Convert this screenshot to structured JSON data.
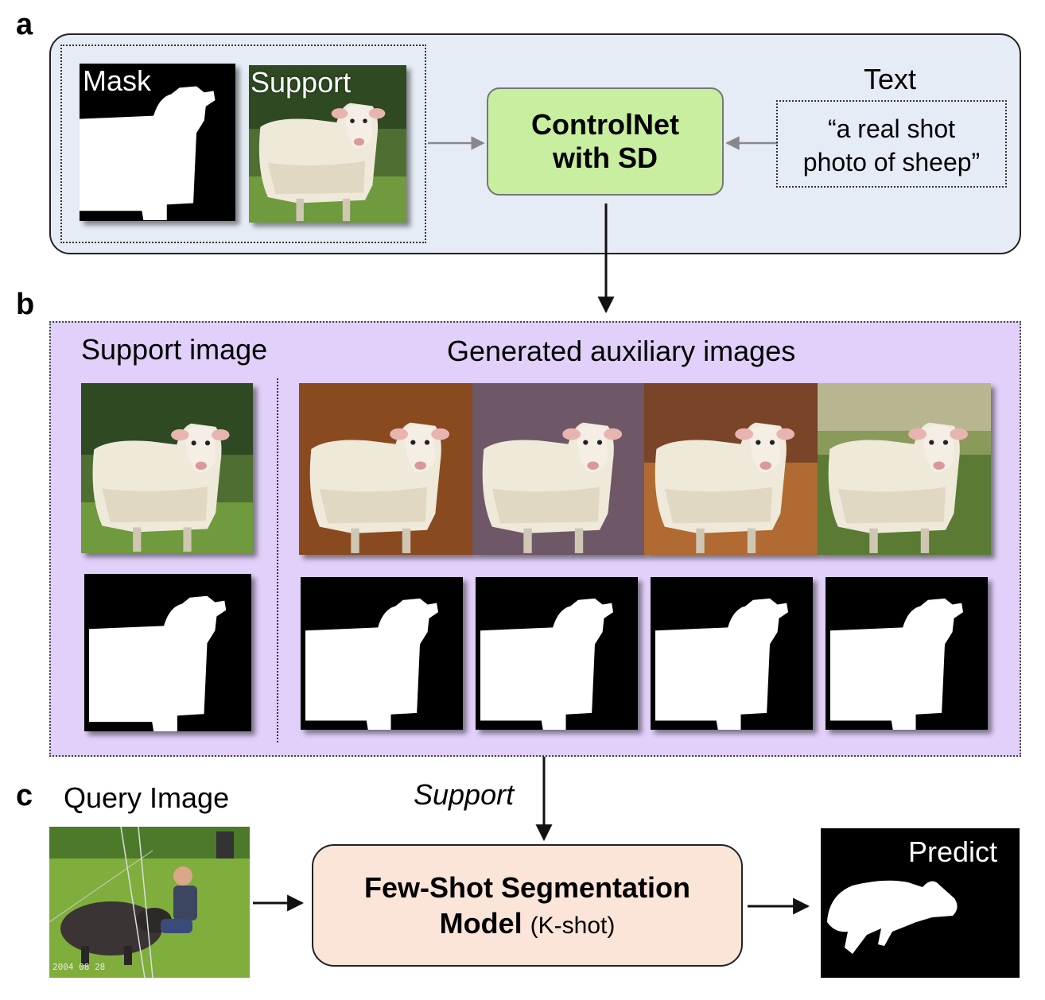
{
  "panels": {
    "a": "a",
    "b": "b",
    "c": "c"
  },
  "panel_a": {
    "mask_label": "Mask",
    "support_label": "Support",
    "text_heading": "Text",
    "text_prompt_line1": "“a real shot",
    "text_prompt_line2": "photo of sheep”",
    "model_line1": "ControlNet",
    "model_line2": "with SD"
  },
  "panel_b": {
    "support_caption": "Support image",
    "generated_caption": "Generated auxiliary images"
  },
  "panel_c": {
    "query_caption": "Query Image",
    "arrow_label": "Support",
    "model_line1": "Few-Shot Segmentation",
    "model_line2": "Model",
    "model_suffix": "(K-shot)",
    "predict_label": "Predict",
    "query_date_stamp": "2004 08 28"
  },
  "colors": {
    "panel_a_bg": "#e6ecf6",
    "panel_b_bg": "#e1d0f9",
    "controlnet_box": "#c8eea0",
    "fss_box": "#fbe4d8"
  }
}
